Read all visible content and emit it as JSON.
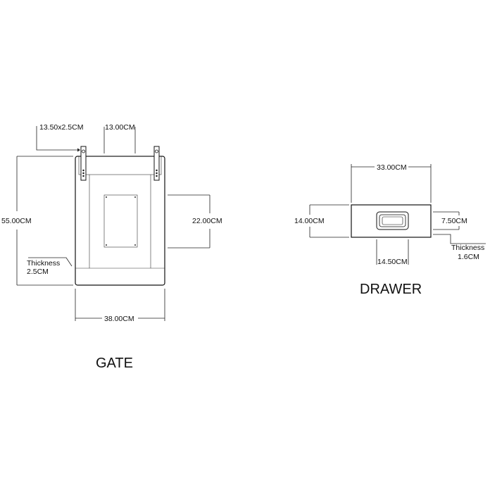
{
  "gate": {
    "title": "GATE",
    "dims": {
      "hanger": "13.50x2.5CM",
      "top_gap": "13.00CM",
      "height": "55.00CM",
      "window_height": "22.00CM",
      "width": "38.00CM",
      "thickness_label": "Thickness",
      "thickness_value": "2.5CM"
    }
  },
  "drawer": {
    "title": "DRAWER",
    "dims": {
      "width": "33.00CM",
      "height": "14.00CM",
      "handle_height": "7.50CM",
      "handle_width": "14.50CM",
      "thickness_label": "Thickness",
      "thickness_value": "1.6CM"
    }
  }
}
